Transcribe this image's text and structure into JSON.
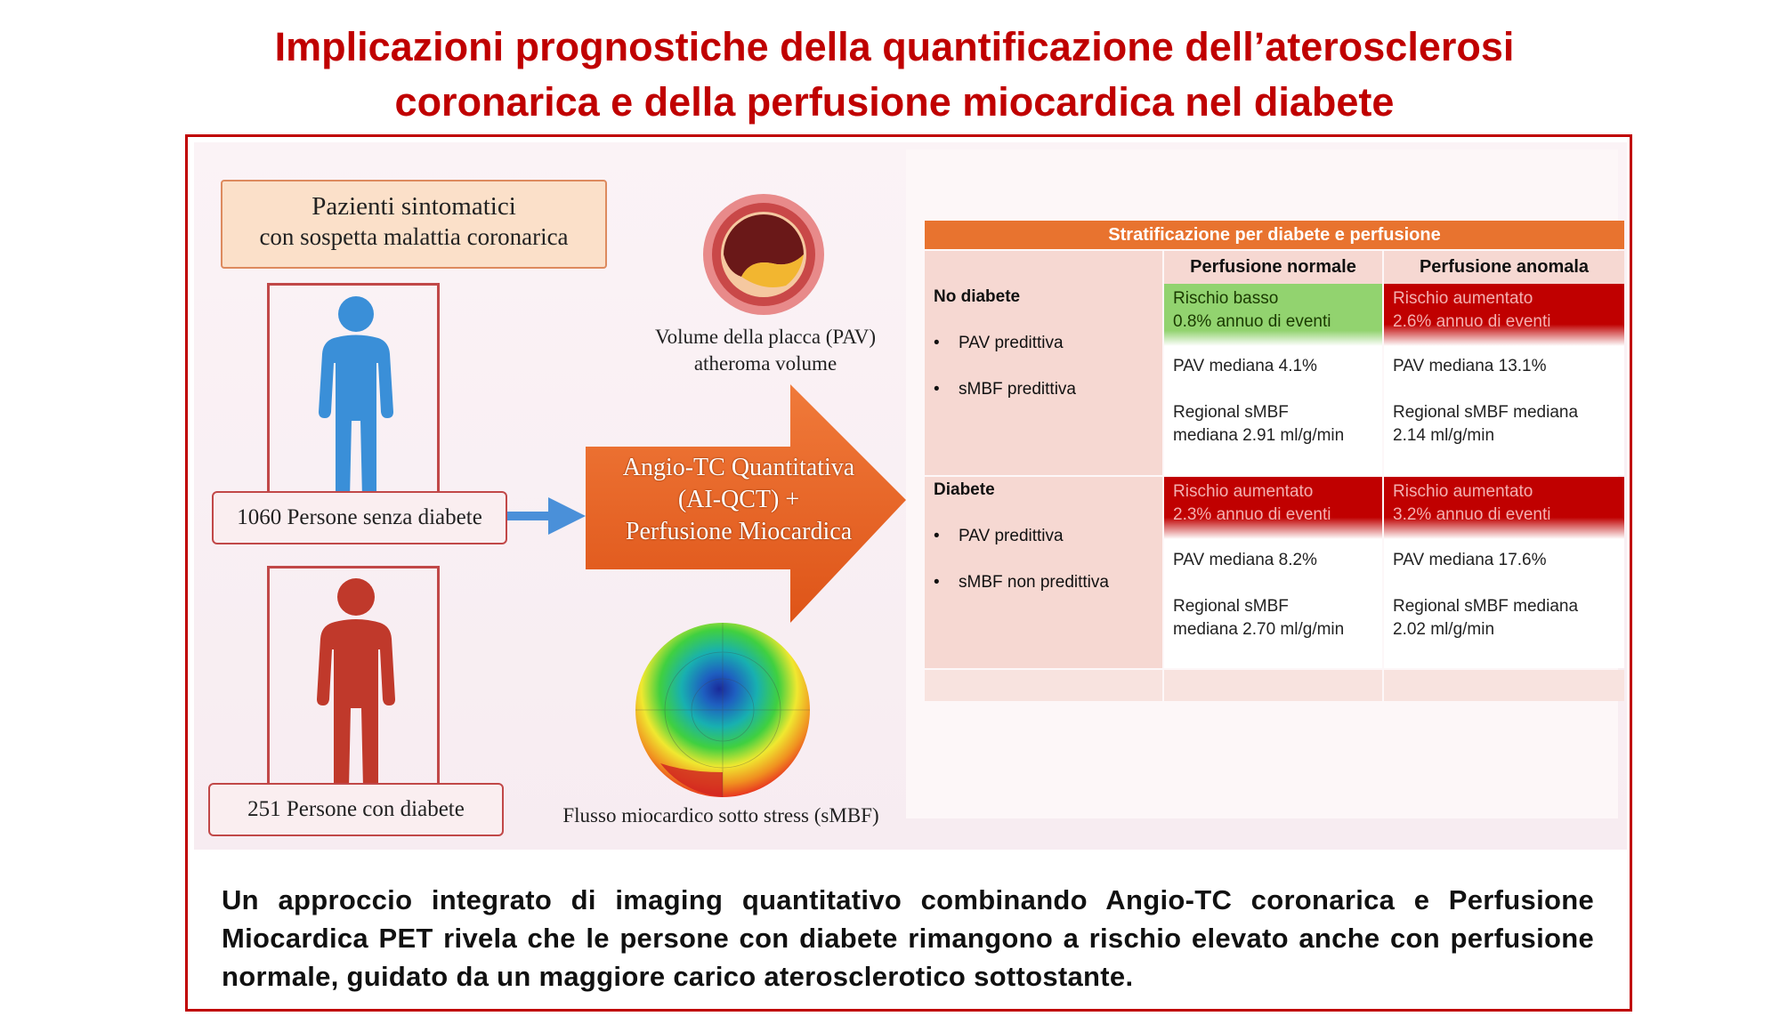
{
  "title": {
    "line1": "Implicazioni prognostiche della quantificazione dell’aterosclerosi",
    "line2": "coronarica e della perfusione miocardica nel diabete"
  },
  "left": {
    "patients_line1": "Pazienti sintomatici",
    "patients_line2": "con sospetta malattia coronarica",
    "no_diabetes_label": "1060 Persone senza diabete",
    "diabetes_label": "251 Persone con diabete"
  },
  "middle": {
    "plaque_caption_line1": "Volume della placca (PAV)",
    "plaque_caption_line2": "atheroma volume",
    "arrow_line1": "Angio-TC Quantitativa",
    "arrow_line2": "(AI-QCT) +",
    "arrow_line3": "Perfusione Miocardica",
    "flow_caption": "Flusso miocardico sotto stress (sMBF)"
  },
  "table": {
    "header": "Stratificazione per diabete e perfusione",
    "col1": "Perfusione normale",
    "col2": "Perfusione anomala",
    "rows": [
      {
        "label": "No diabete",
        "bullet1": "PAV predittiva",
        "bullet2": "sMBF predittiva",
        "normal_risk1": "Rischio basso",
        "normal_risk2": "0.8% annuo di eventi",
        "normal_pav": "PAV mediana 4.1%",
        "normal_smbf1": "Regional sMBF",
        "normal_smbf2": "mediana 2.91 ml/g/min",
        "abn_risk1": "Rischio aumentato",
        "abn_risk2": "2.6% annuo di eventi",
        "abn_pav": "PAV mediana 13.1%",
        "abn_smbf1": "Regional sMBF mediana",
        "abn_smbf2": "2.14 ml/g/min"
      },
      {
        "label": "Diabete",
        "bullet1": "PAV predittiva",
        "bullet2": "sMBF non predittiva",
        "normal_risk1": "Rischio aumentato",
        "normal_risk2": "2.3% annuo di eventi",
        "normal_pav": "PAV mediana 8.2%",
        "normal_smbf1": "Regional sMBF",
        "normal_smbf2": "mediana 2.70 ml/g/min",
        "abn_risk1": "Rischio aumentato",
        "abn_risk2": "3.2% annuo di eventi",
        "abn_pav": "PAV mediana 17.6%",
        "abn_smbf1": "Regional sMBF mediana",
        "abn_smbf2": "2.02 ml/g/min"
      }
    ]
  },
  "bottom_text": "Un approccio integrato di imaging quantitativo combinando Angio-TC coronarica e Perfusione Miocardica PET rivela che le persone con diabete rimangono a rischio elevato anche con perfusione normale, guidato da un maggiore carico aterosclerotico sottostante.",
  "colors": {
    "title_red": "#c00000",
    "header_orange": "#e8732f",
    "risk_green": "#92d36f",
    "risk_red": "#c00000",
    "person_blue": "#3a8fd8",
    "person_red": "#c0392b"
  }
}
